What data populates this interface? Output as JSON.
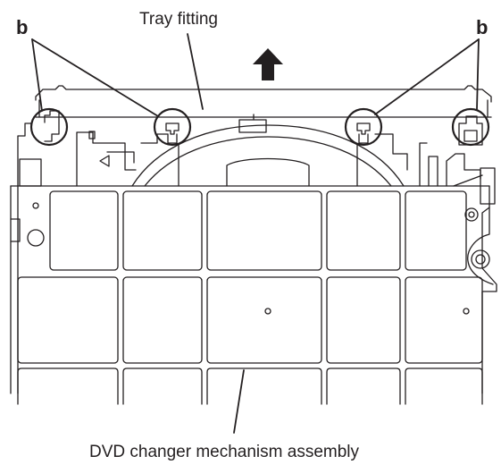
{
  "labels": {
    "tray_fitting": "Tray fitting",
    "assembly": "DVD changer mechanism assembly",
    "callout_left": "b",
    "callout_right": "b"
  },
  "icons": {
    "direction_arrow": "arrow-up-icon"
  },
  "colors": {
    "line": "#231f20",
    "background": "#ffffff"
  }
}
